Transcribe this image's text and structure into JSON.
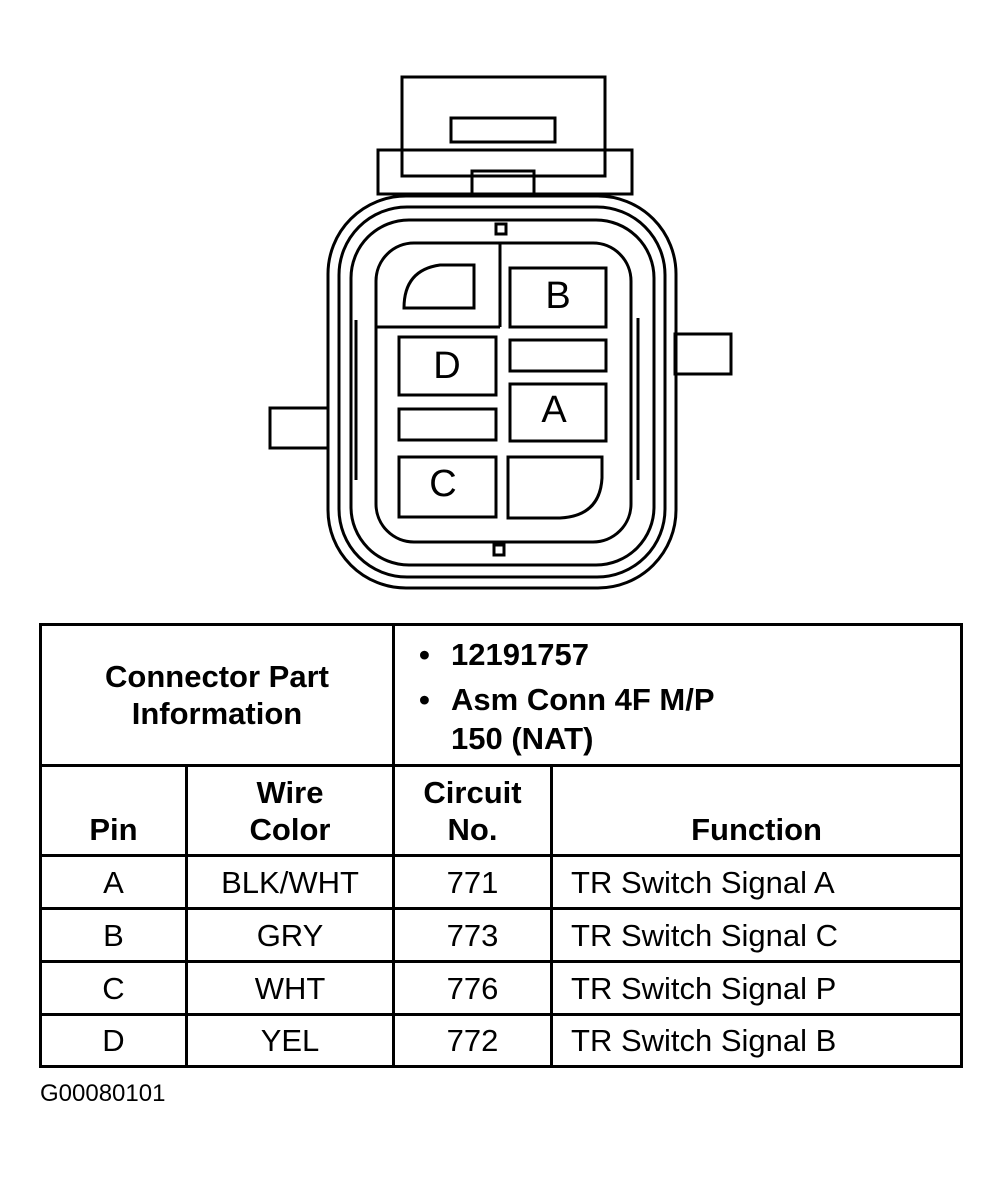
{
  "connector": {
    "cavity_labels": [
      "B",
      "D",
      "A",
      "C"
    ]
  },
  "info": {
    "label_line1": "Connector Part",
    "label_line2": "Information",
    "bullet": "•",
    "part_number": "12191757",
    "description_line1": "Asm Conn 4F M/P",
    "description_line2": "150 (NAT)"
  },
  "table": {
    "headers": {
      "pin": "Pin",
      "wire_color_line1": "Wire",
      "wire_color_line2": "Color",
      "circuit_line1": "Circuit",
      "circuit_line2": "No.",
      "function": "Function"
    },
    "rows": [
      {
        "pin": "A",
        "wire_color": "BLK/WHT",
        "circuit": "771",
        "function": "TR Switch Signal A"
      },
      {
        "pin": "B",
        "wire_color": "GRY",
        "circuit": "773",
        "function": "TR Switch Signal C"
      },
      {
        "pin": "C",
        "wire_color": "WHT",
        "circuit": "776",
        "function": "TR Switch Signal P"
      },
      {
        "pin": "D",
        "wire_color": "YEL",
        "circuit": "772",
        "function": "TR Switch Signal B"
      }
    ]
  },
  "figure_id": "G00080101"
}
